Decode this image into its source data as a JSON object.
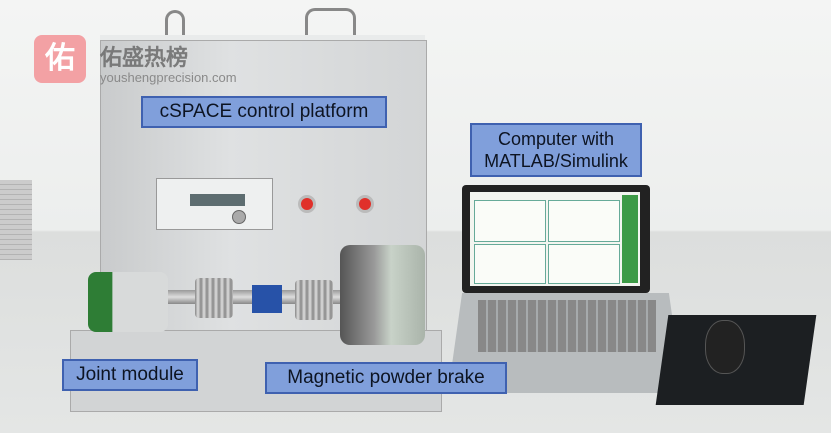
{
  "labels": {
    "platform": "cSPACE control platform",
    "computer_line1": "Computer with",
    "computer_line2": "MATLAB/Simulink",
    "joint": "Joint module",
    "brake": "Magnetic powder brake"
  },
  "watermark": {
    "logo_char": "佑",
    "title": "佑盛热榜",
    "url": "youshengprecision.com"
  },
  "colors": {
    "label_fill": "#809fdb",
    "label_border": "#3f61b0"
  }
}
